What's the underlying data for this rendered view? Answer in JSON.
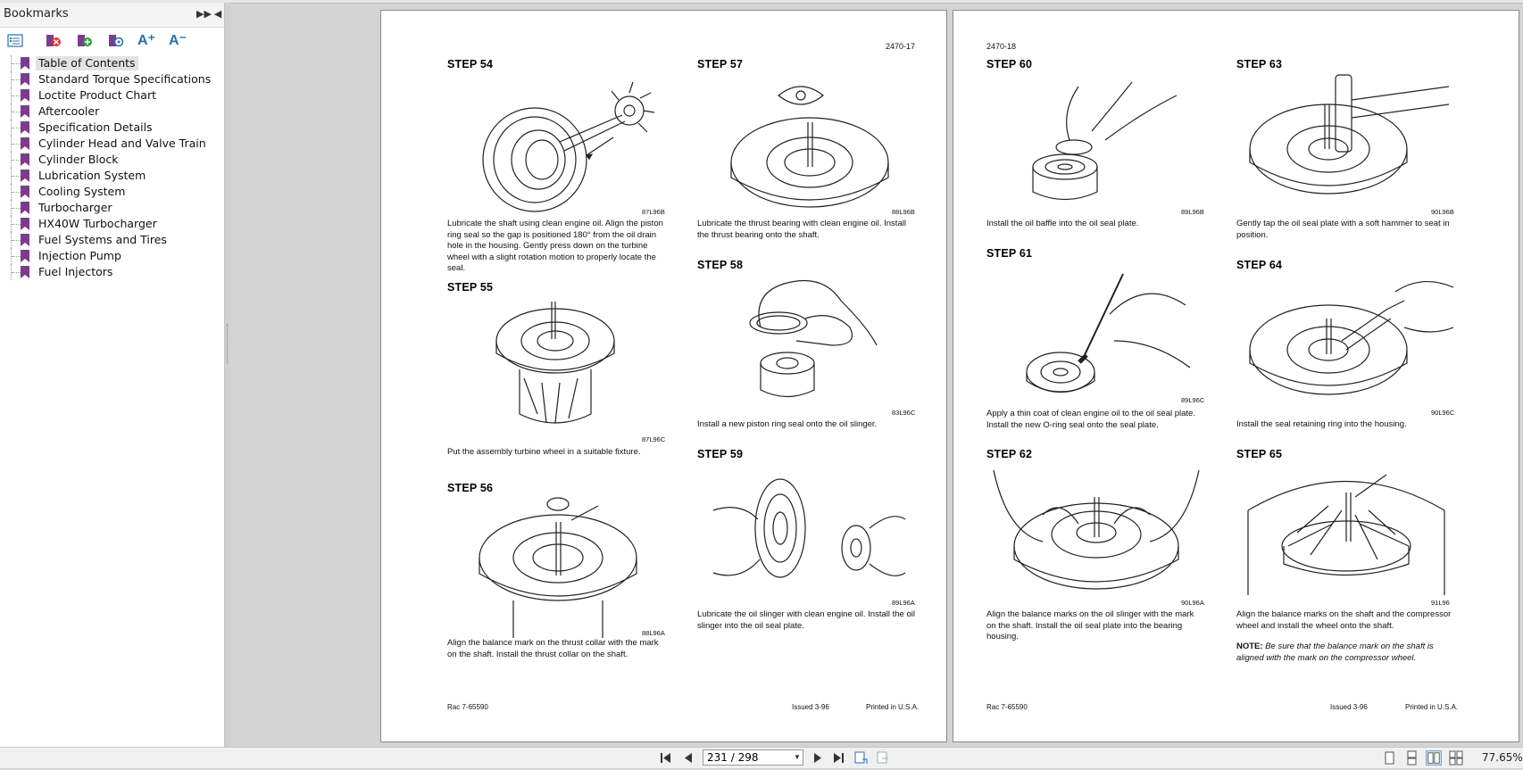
{
  "sidebar": {
    "title": "Bookmarks",
    "toolbar_icons": [
      "bookmark-options-icon",
      "delete-bookmark-icon",
      "add-bookmark-icon",
      "find-bookmark-icon",
      "increase-text-size-icon",
      "decrease-text-size-icon"
    ],
    "increase_text_label": "A⁺",
    "decrease_text_label": "A⁻",
    "items": [
      {
        "label": "Table of Contents",
        "selected": true
      },
      {
        "label": "Standard Torque Specifications"
      },
      {
        "label": "Loctite Product Chart"
      },
      {
        "label": "Aftercooler"
      },
      {
        "label": "Specification Details"
      },
      {
        "label": "Cylinder Head and Valve Train"
      },
      {
        "label": "Cylinder Block"
      },
      {
        "label": "Lubrication System"
      },
      {
        "label": "Cooling System"
      },
      {
        "label": "Turbocharger"
      },
      {
        "label": "HX40W Turbocharger"
      },
      {
        "label": "Fuel Systems and Tires"
      },
      {
        "label": "Injection Pump"
      },
      {
        "label": "Fuel Injectors"
      }
    ],
    "bookmark_color": "#7b3c8c"
  },
  "left_page": {
    "page_number": "2470-17",
    "steps": [
      {
        "title": "STEP 54",
        "code": "87L96B",
        "caption": "Lubricate the shaft using clean engine oil. Align the piston ring seal so the gap is positioned 180° from the oil drain hole in the housing. Gently press down on the turbine wheel with a slight rotation motion to properly locate the seal."
      },
      {
        "title": "STEP 55",
        "code": "87L96C",
        "caption": "Put the assembly turbine wheel in a suitable fixture."
      },
      {
        "title": "STEP 56",
        "code": "88L96A",
        "caption": "Align the balance mark on the thrust collar with the mark on the shaft. Install the thrust collar on the shaft."
      },
      {
        "title": "STEP 57",
        "code": "88L96B",
        "caption": "Lubricate the thrust bearing with clean engine oil. Install the thrust bearing onto the shaft."
      },
      {
        "title": "STEP 58",
        "code": "83L96C",
        "caption": "Install a new piston ring seal onto the oil slinger."
      },
      {
        "title": "STEP 59",
        "code": "89L96A",
        "caption": "Lubricate the oil slinger with clean engine oil. Install the oil slinger into the oil seal plate."
      }
    ],
    "footer": {
      "left": "Rac 7-65590",
      "issued": "Issued 3-96",
      "printed": "Printed in U.S.A."
    }
  },
  "right_page": {
    "page_number": "2470-18",
    "steps": [
      {
        "title": "STEP 60",
        "code": "89L96B",
        "caption": "Install the oil baffle into the oil seal plate."
      },
      {
        "title": "STEP 61",
        "code": "89L96C",
        "caption": "Apply a thin coat of clean engine oil to the oil seal plate. Install the new O-ring seal onto the seal plate."
      },
      {
        "title": "STEP 62",
        "code": "90L96A",
        "caption": "Align the balance marks on the oil slinger with the mark on the shaft. Install the oil seal plate into the bearing housing."
      },
      {
        "title": "STEP 63",
        "code": "90L96B",
        "caption": "Gently tap the oil seal plate with a soft hammer to seat in position."
      },
      {
        "title": "STEP 64",
        "code": "90L96C",
        "caption": "Install the seal retaining ring into the housing."
      },
      {
        "title": "STEP 65",
        "code": "91L96",
        "caption": "Align the balance marks on the shaft and the compressor wheel and install the wheel onto the shaft."
      }
    ],
    "note_label": "NOTE:",
    "note_text": "Be sure that the balance mark on the shaft is aligned with the mark on the compressor wheel.",
    "footer": {
      "left": "Rac 7-65590",
      "issued": "Issued 3-96",
      "printed": "Printed in U.S.A."
    }
  },
  "navigation": {
    "page_display": "231 / 298",
    "zoom": "77.65%",
    "buttons": [
      "first-page-icon",
      "previous-page-icon",
      "next-page-icon",
      "last-page-icon",
      "previous-view-icon",
      "next-view-icon"
    ],
    "view_modes": [
      "single-page-view-icon",
      "continuous-view-icon",
      "facing-view-icon",
      "continuous-facing-view-icon"
    ]
  }
}
